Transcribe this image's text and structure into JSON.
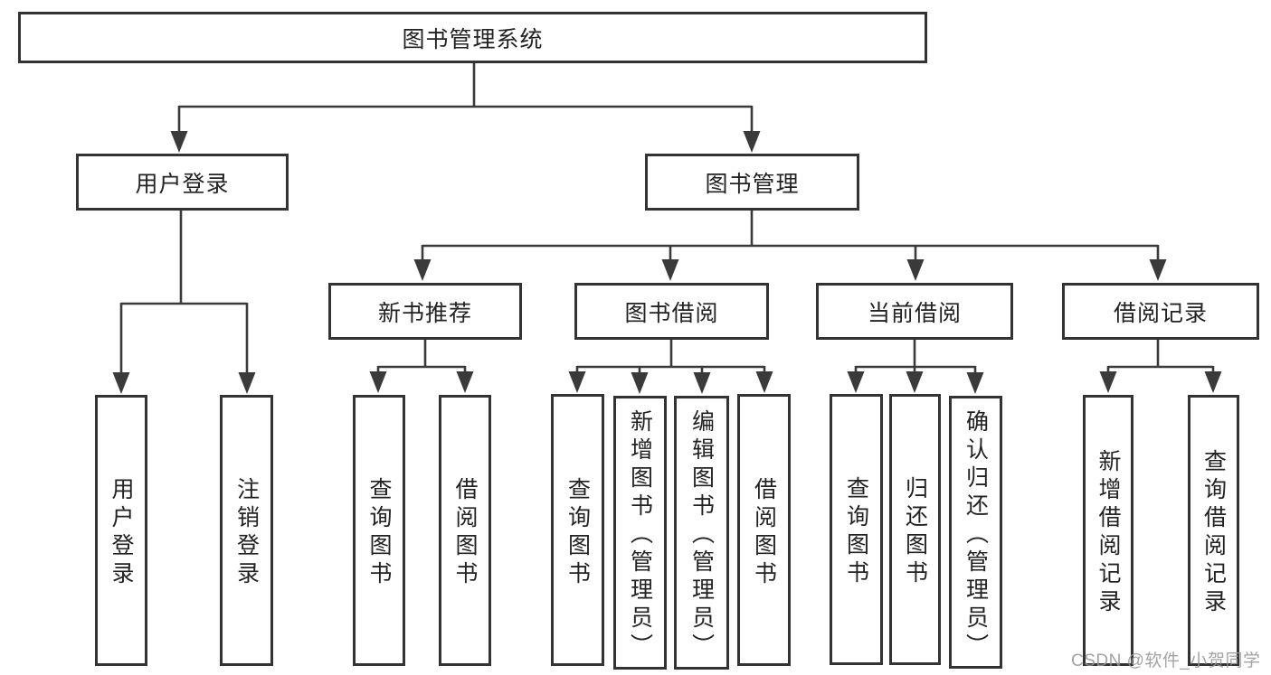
{
  "tree": {
    "root": "图书管理系统",
    "branches": [
      {
        "label": "用户登录",
        "children": [
          "用户登录",
          "注销登录"
        ]
      },
      {
        "label": "图书管理",
        "groups": [
          {
            "label": "新书推荐",
            "children": [
              "查询图书",
              "借阅图书"
            ]
          },
          {
            "label": "图书借阅",
            "children": [
              "查询图书",
              "新增图书（管理员）",
              "编辑图书（管理员）",
              "借阅图书"
            ]
          },
          {
            "label": "当前借阅",
            "children": [
              "查询图书",
              "归还图书",
              "确认归还（管理员）"
            ]
          },
          {
            "label": "借阅记录",
            "children": [
              "新增借阅记录",
              "查询借阅记录"
            ]
          }
        ]
      }
    ]
  },
  "watermark": {
    "text": "CSDN @软件_小贺同学"
  },
  "colors": {
    "line": "#3a3a3a",
    "box_border": "#333333",
    "box_background": "#ffffff",
    "text": "#222222",
    "watermark": "#969696"
  }
}
